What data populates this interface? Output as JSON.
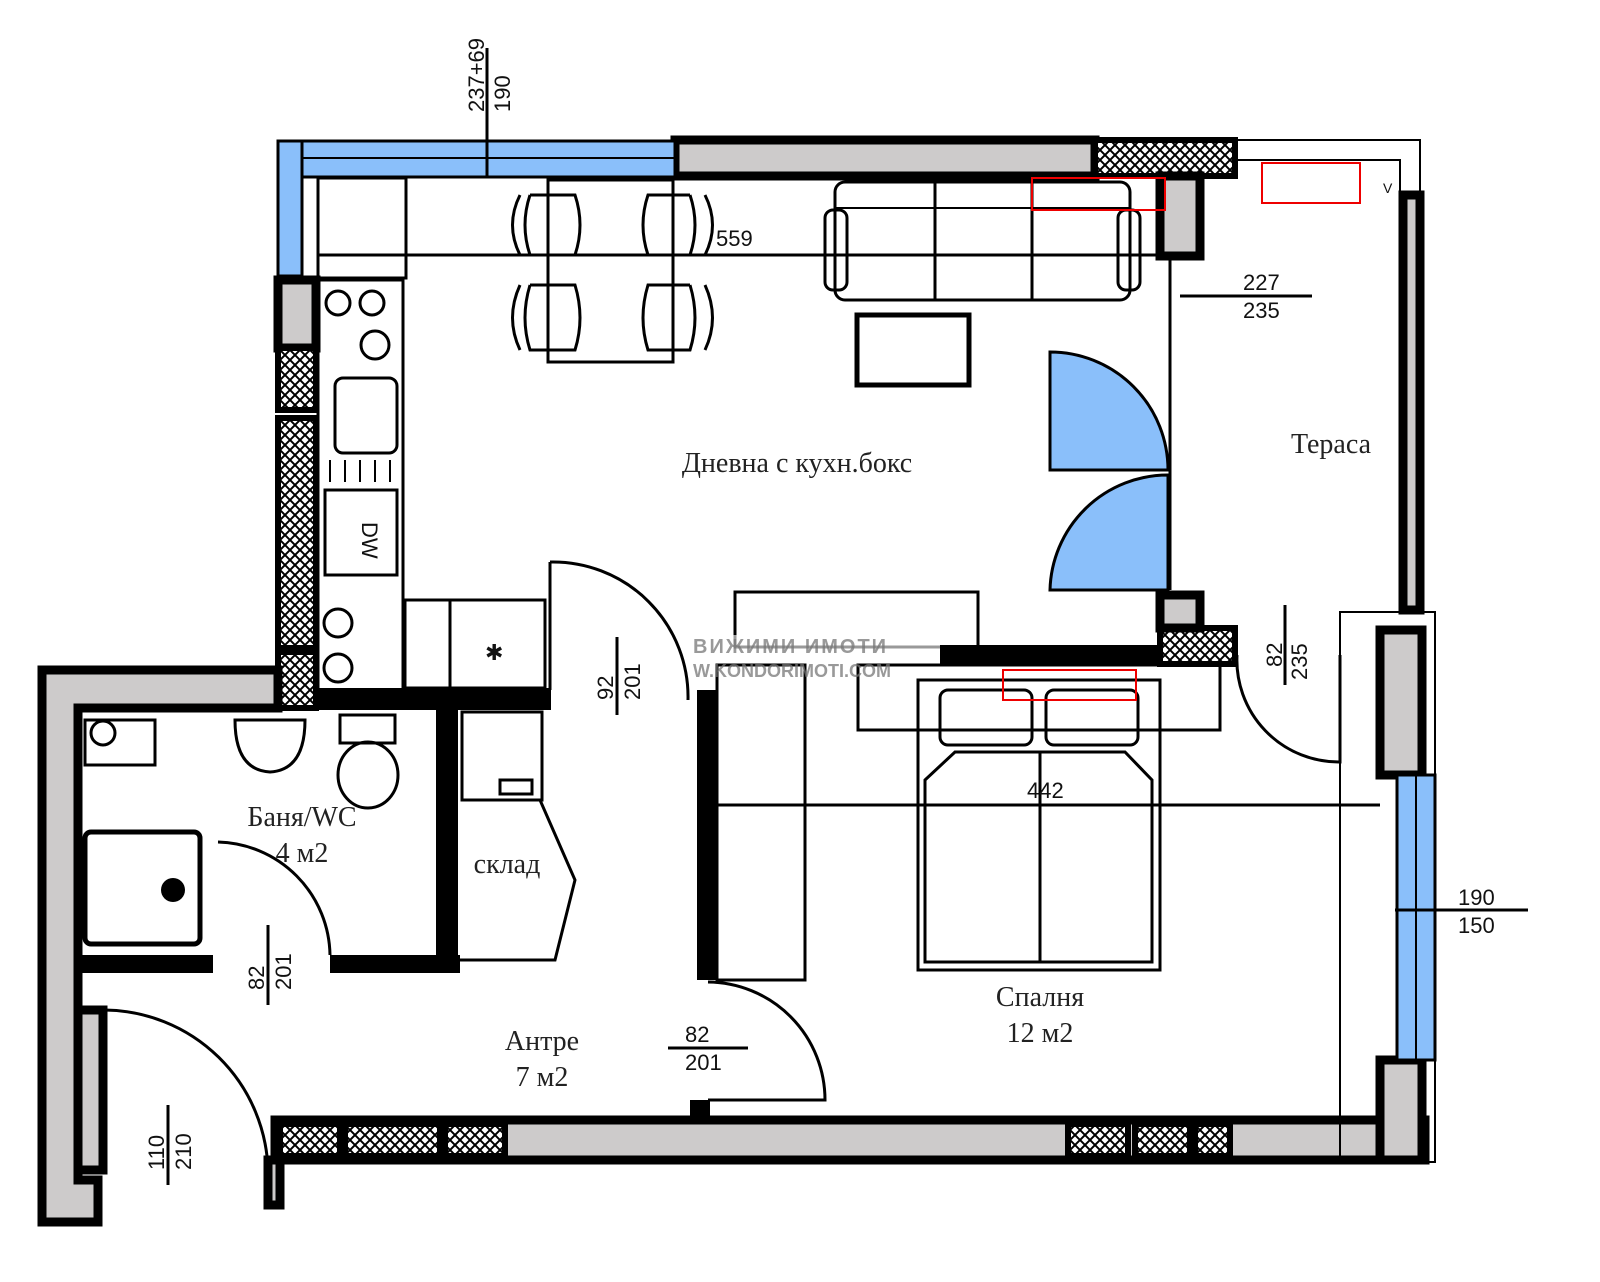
{
  "rooms": {
    "living": "Дневна с кухн.бокс",
    "terrace": "Тераса",
    "bath_name": "Баня/WC",
    "bath_area": "4 м2",
    "storage": "склад",
    "hall_name": "Антре",
    "hall_area": "7 м2",
    "bedroom_name": "Спалня",
    "bedroom_area": "12 м2"
  },
  "dimensions": {
    "top_window_a": "237+69",
    "top_window_b": "190",
    "living_width": "559",
    "terrace_door_a": "227",
    "terrace_door_b": "235",
    "bedroom_terrace_a": "82",
    "bedroom_terrace_b": "235",
    "living_door_a": "92",
    "living_door_b": "201",
    "bath_door_a": "82",
    "bath_door_b": "201",
    "bedroom_door_a": "82",
    "bedroom_door_b": "201",
    "entry_door_a": "110",
    "entry_door_b": "210",
    "bedroom_width": "442",
    "bedroom_window_a": "190",
    "bedroom_window_b": "150"
  },
  "appliances": {
    "dishwasher": "DW",
    "ac_unit": "V"
  },
  "watermark": {
    "line1": "ВИЖИМИ ИМОТИ",
    "line2": "W.KONDORIMOTI.COM"
  },
  "colors": {
    "wall": "#cdcbcb",
    "glass": "#8abffa",
    "ac": "#e00000"
  }
}
